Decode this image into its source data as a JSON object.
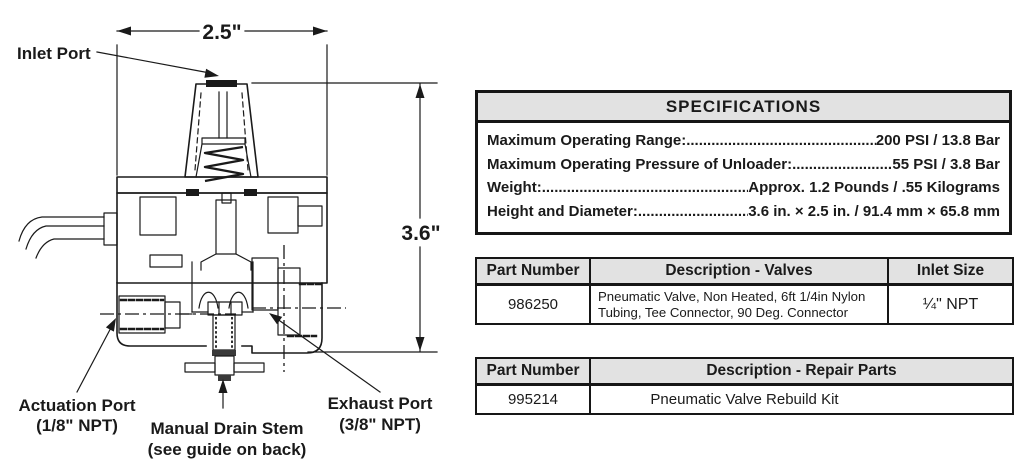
{
  "diagram": {
    "dimensions": {
      "width_label": "2.5\"",
      "height_label": "3.6\""
    },
    "callouts": {
      "inlet": "Inlet Port",
      "actuation_line1": "Actuation Port",
      "actuation_line2": "(1/8\" NPT)",
      "drain_line1": "Manual Drain Stem",
      "drain_line2": "(see guide on back)",
      "exhaust_line1": "Exhaust Port",
      "exhaust_line2": "(3/8\" NPT)"
    }
  },
  "specifications": {
    "title": "SPECIFICATIONS",
    "rows": [
      {
        "label": "Maximum Operating Range:",
        "value": "200 PSI / 13.8 Bar"
      },
      {
        "label": "Maximum Operating Pressure of Unloader:",
        "value": "55 PSI / 3.8 Bar"
      },
      {
        "label": "Weight:",
        "value": "Approx. 1.2 Pounds / .55 Kilograms"
      },
      {
        "label": "Height and Diameter:",
        "value": "3.6 in. × 2.5 in. / 91.4 mm × 65.8 mm"
      }
    ]
  },
  "valves_table": {
    "headers": [
      "Part Number",
      "Description - Valves",
      "Inlet Size"
    ],
    "rows": [
      {
        "part_number": "986250",
        "description": "Pneumatic Valve, Non Heated, 6ft 1/4in Nylon Tubing, Tee Connector, 90 Deg. Connector",
        "inlet_size": "¼\" NPT"
      }
    ]
  },
  "repair_table": {
    "headers": [
      "Part Number",
      "Description - Repair Parts"
    ],
    "rows": [
      {
        "part_number": "995214",
        "description": "Pneumatic Valve Rebuild Kit"
      }
    ]
  }
}
